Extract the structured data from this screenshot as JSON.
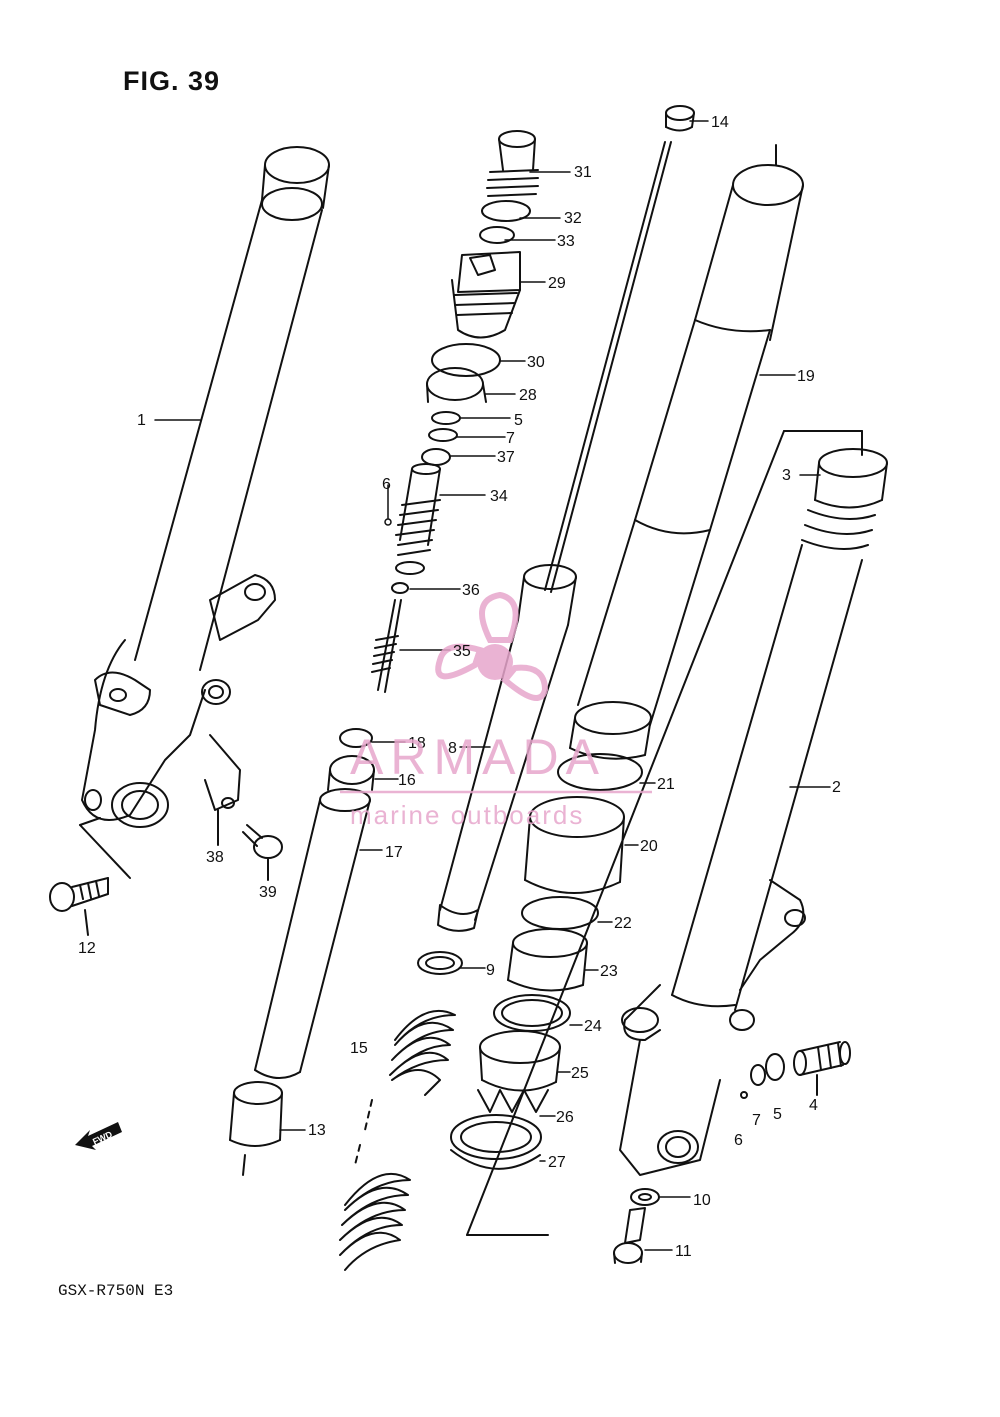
{
  "figure": {
    "title": "FIG. 39",
    "model": "GSX-R750N E3",
    "fwd_label": "FWD"
  },
  "watermark": {
    "name": "ARMADA",
    "tagline": "marine outboards",
    "color": "#e7a6cc"
  },
  "parts": [
    "1",
    "2",
    "3",
    "4",
    "5",
    "5",
    "6",
    "6",
    "7",
    "7",
    "8",
    "9",
    "10",
    "11",
    "12",
    "13",
    "14",
    "15",
    "16",
    "17",
    "18",
    "19",
    "20",
    "21",
    "22",
    "23",
    "24",
    "25",
    "26",
    "27",
    "28",
    "29",
    "30",
    "31",
    "32",
    "33",
    "34",
    "35",
    "36",
    "37",
    "38",
    "39"
  ]
}
